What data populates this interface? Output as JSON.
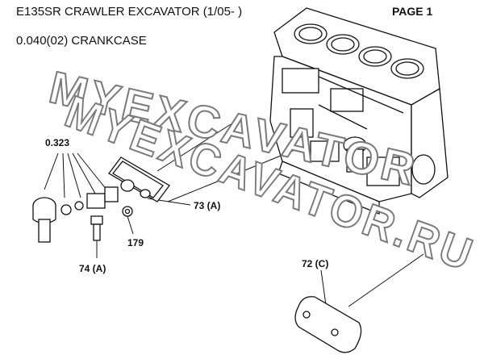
{
  "header": {
    "title": "E135SR CRAWLER EXCAVATOR (1/05- )",
    "section": "0.040(02) CRANKCASE",
    "page": "PAGE 1"
  },
  "callouts": [
    {
      "id": "c323",
      "label": "0.323"
    },
    {
      "id": "c73",
      "label": "73 (A)"
    },
    {
      "id": "c179",
      "label": "179"
    },
    {
      "id": "c74",
      "label": "74 (A)"
    },
    {
      "id": "c72",
      "label": "72 (C)"
    }
  ],
  "watermark": {
    "line1": "MYEXCAVATOR",
    "line2": "MYEXCAVATOR.RU"
  },
  "colors": {
    "line": "#111111",
    "watermark_stroke": "#7a7a7a"
  }
}
